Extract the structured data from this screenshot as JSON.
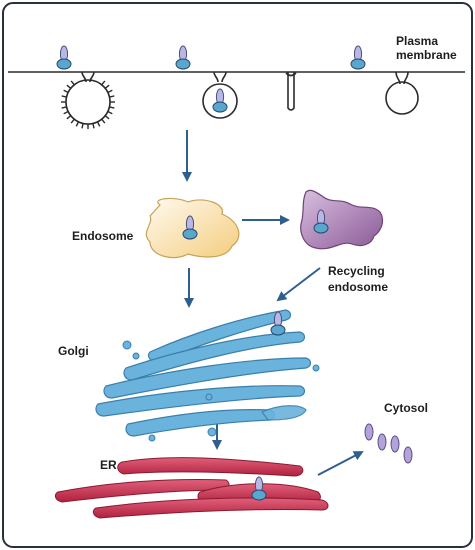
{
  "labels": {
    "plasma_membrane_line1": "Plasma",
    "plasma_membrane_line2": "membrane",
    "endosome": "Endosome",
    "recycling_line1": "Recycling",
    "recycling_line2": "endosome",
    "golgi": "Golgi",
    "cytosol": "Cytosol",
    "er": "ER"
  },
  "colors": {
    "frame": "#2a2f3e",
    "membrane": "#2b2b2b",
    "arrow": "#2f5f8f",
    "receptor_body": "#b9b7e6",
    "receptor_base": "#5aa6cf",
    "endosome_fill": "#fbe7b8",
    "recycling_fill": "#a67bb0",
    "golgi_fill": "#6ab3dc",
    "er_fill": "#c8324f",
    "cytosol_fill": "#b3a3d9"
  }
}
